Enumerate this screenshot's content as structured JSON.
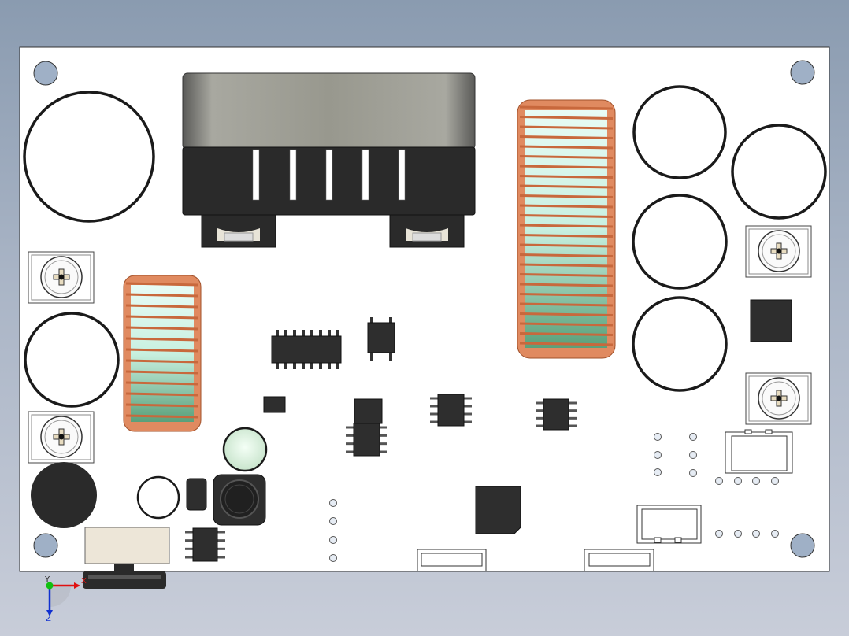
{
  "scene": {
    "view": "top",
    "colors": {
      "background_top": "#8a9bb0",
      "background_bottom": "#c8cdd9",
      "board": "#ffffff",
      "component_dark": "#2e2e2e",
      "copper": "#e08a60",
      "ferrite_core": "#d8f4ec",
      "mounting_hole": "#9fb0c6"
    }
  },
  "triad": {
    "x_label": "X",
    "y_label": "Y",
    "z_label": "Z",
    "x_color": "#e01010",
    "y_color": "#10c010",
    "z_color": "#1030d0"
  }
}
